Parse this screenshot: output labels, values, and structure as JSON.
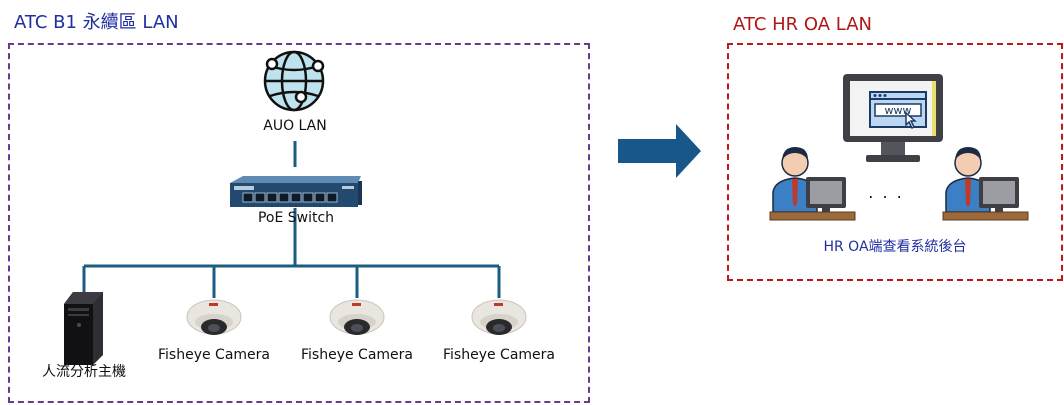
{
  "left_panel": {
    "title": "ATC B1 永續區 LAN",
    "lan_label": "AUO LAN",
    "switch_label": "PoE Switch",
    "pc_label": "人流分析主機",
    "cameras": [
      "Fisheye Camera",
      "Fisheye Camera",
      "Fisheye Camera"
    ]
  },
  "right_panel": {
    "title": "ATC HR OA LAN",
    "monitor_text": "www",
    "ellipsis": ". . .",
    "caption": "HR OA端查看系統後台"
  },
  "colors": {
    "left_title": "#1f2fa0",
    "right_title": "#b01818",
    "left_border": "#6b3a8c",
    "right_border": "#c01818",
    "connector": "#1b5c82",
    "arrow": "#17578a"
  }
}
